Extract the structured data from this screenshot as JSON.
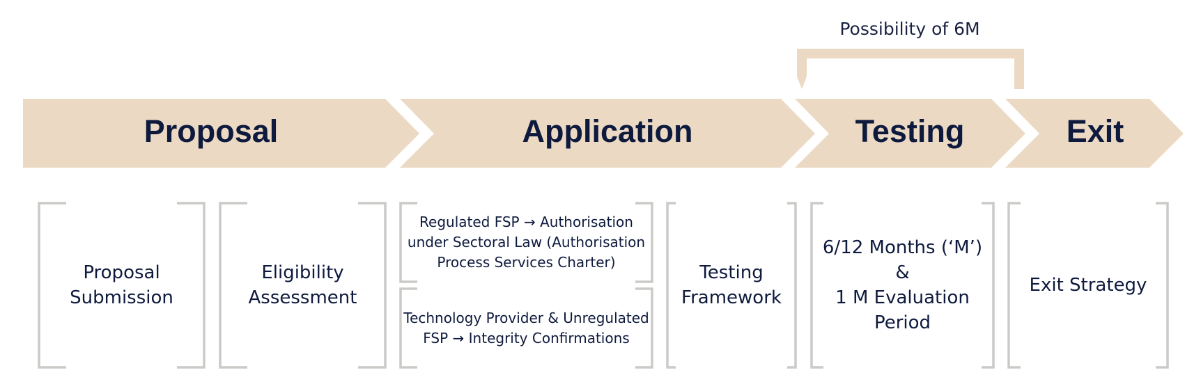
{
  "diagram": {
    "top_bracket_label": "Possibility of 6M",
    "phases": [
      "Proposal",
      "Application",
      "Testing",
      "Exit"
    ],
    "boxes": {
      "proposal_submission": "Proposal\nSubmission",
      "eligibility_assessment": "Eligibility\nAssessment",
      "regulated_fsp": "Regulated FSP → Authorisation\nunder Sectoral Law (Authorisation\nProcess Services Charter)",
      "technology_provider": "Technology Provider & Unregulated\nFSP → Integrity Confirmations",
      "testing_framework": "Testing\nFramework",
      "months": "6/12 Months (‘M’)\n&\n1 M Evaluation\nPeriod",
      "exit_strategy": "Exit Strategy"
    }
  },
  "colors": {
    "chevron_fill": "#ecd9c3",
    "bracket_stroke": "#cccac7",
    "title_text": "#0e1a3d"
  }
}
